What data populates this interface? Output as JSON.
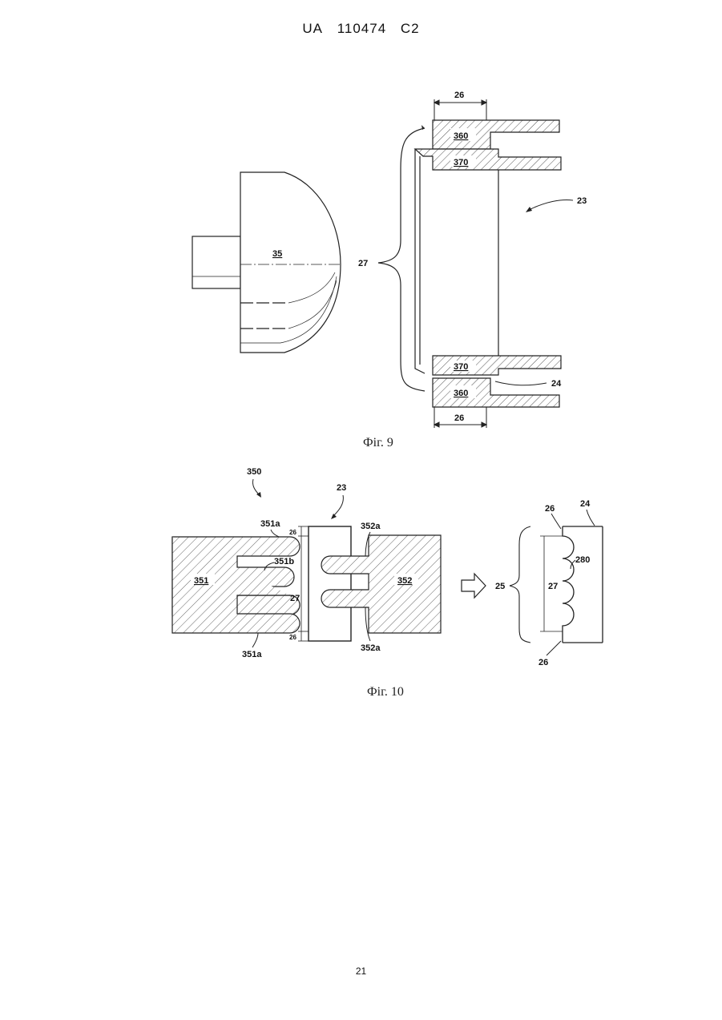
{
  "header": {
    "office": "UA",
    "number": "110474",
    "kind": "C2"
  },
  "page_number": "21",
  "fig9": {
    "caption": "Фіг. 9",
    "labels": {
      "part35": "35",
      "seg360_top": "360",
      "seg370_top": "370",
      "seg370_bottom": "370",
      "seg360_bottom": "360",
      "dim26_top": "26",
      "dim26_bottom": "26",
      "brace27": "27",
      "ref23": "23",
      "ref24": "24"
    }
  },
  "fig10": {
    "caption": "Фіг. 10",
    "labels": {
      "ref350": "350",
      "ref23": "23",
      "die351": "351",
      "die352": "352",
      "r351a_top": "351a",
      "r351a_bottom": "351a",
      "r351b": "351b",
      "r352a_top": "352a",
      "r352a_bottom": "352a",
      "dim26_top": "26",
      "dim26_bottom": "26",
      "dim27": "27",
      "ref25": "25",
      "right27": "27",
      "right26_top": "26",
      "right26_bottom": "26",
      "right24": "24",
      "right280": "280"
    }
  }
}
